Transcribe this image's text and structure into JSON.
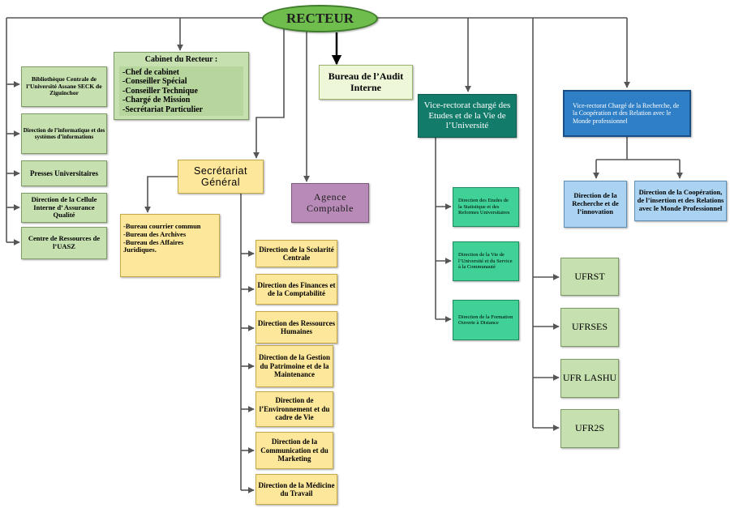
{
  "root": "RECTEUR",
  "left_column": [
    "Bibliothèque Centrale de l’Université Assane SECK de Ziguinchor",
    "Direction de l’informatique et des systèmes d’informations",
    "Presses Universitaires",
    "Direction de la Cellule Interne d’ Assurance Qualité",
    "Centre de Ressources de l’UASZ"
  ],
  "cabinet": {
    "title": "Cabinet du Recteur :",
    "items": [
      "-Chef de cabinet",
      "-Conseiller Spécial",
      "-Conseiller Technique",
      "-Chargé de Mission",
      "-Secrétariat Particulier"
    ]
  },
  "audit": "Bureau de l’Audit Interne",
  "secretariat": "Secrétariat Général",
  "bureaux": [
    "-Bureau courrier commun",
    "-Bureau des Archives",
    "-Bureau des Affaires Juridiques."
  ],
  "agence": "Agence Comptable",
  "sg_directions": [
    "Direction de la Scolarité Centrale",
    "Direction des Finances et de la Comptabilité",
    "Direction des Ressources Humaines",
    "Direction de la Gestion du Patrimoine et de la Maintenance",
    "Direction de l’Environnement et du cadre de Vie",
    "Direction de la Communication et du Marketing",
    "Direction de la Médicine du Travail"
  ],
  "vr_etudes": {
    "title": "Vice-rectorat chargé des Etudes et de la Vie de l’Université",
    "items": [
      "Direction des Etudes de la Statistique et des Reformes Universitaires",
      "Direction de la Vie de l’Université et du Service à la Communauté",
      "Direction de la Formation Ouverte à Distance"
    ]
  },
  "ufrs": [
    "UFRST",
    "UFRSES",
    "UFR LASHU",
    "UFR2S"
  ],
  "vr_recherche": {
    "title": "Vice-rectorat Chargé de la Recherche, de la Coopération et des Relation avec le Monde professionnel",
    "items": [
      "Direction de la Recherche et de l’innovation",
      "Direction de la Coopération, de l’insertion et des Relations avec le Monde Professionnel"
    ]
  }
}
